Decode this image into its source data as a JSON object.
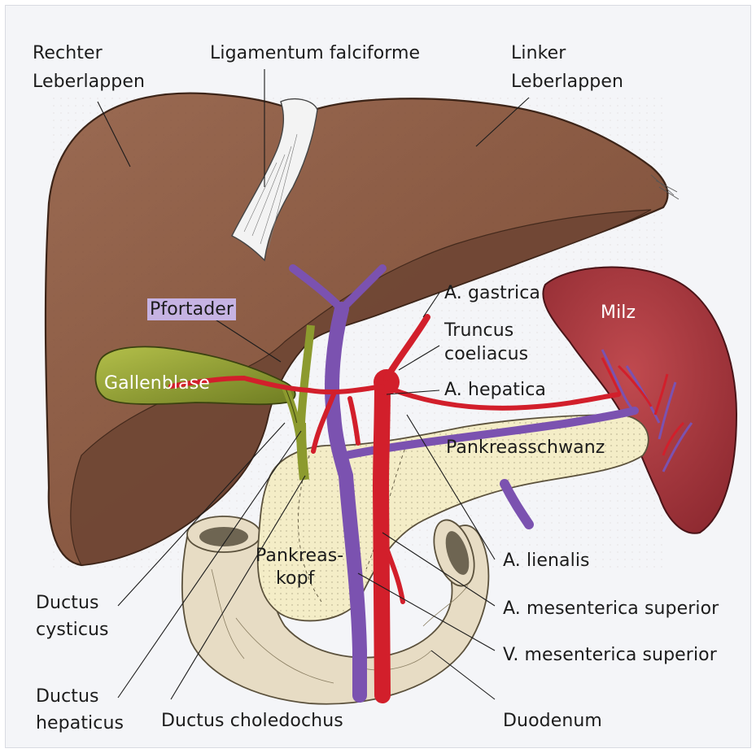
{
  "labels": {
    "rechter_leberlappen": [
      "Rechter",
      "Leberlappen"
    ],
    "ligamentum_falciforme": "Ligamentum falciforme",
    "linker_leberlappen": [
      "Linker",
      "Leberlappen"
    ],
    "pfortader": "Pfortader",
    "a_gastrica": "A. gastrica",
    "truncus_coeliacus": [
      "Truncus",
      "coeliacus"
    ],
    "a_hepatica": "A. hepatica",
    "milz": "Milz",
    "gallenblase": "Gallenblase",
    "pankreasschwanz": "Pankreasschwanz",
    "pankreaskopf": [
      "Pankreas-",
      "kopf"
    ],
    "a_lienalis": "A. lienalis",
    "a_mesenterica_superior": "A. mesenterica superior",
    "v_mesenterica_superior": "V. mesenterica superior",
    "ductus_cysticus": [
      "Ductus",
      "cysticus"
    ],
    "ductus_hepaticus": [
      "Ductus",
      "hepaticus"
    ],
    "ductus_choledochus": "Ductus choledochus",
    "duodenum": "Duodenum"
  },
  "colors": {
    "liver": "#8a5a43",
    "liver_underside": "#6f4634",
    "spleen": "#a8353b",
    "gallbladder": "#8c9a2e",
    "pancreas": "#f4edc7",
    "duodenum": "#e7dcc4",
    "artery": "#d21f2b",
    "vein": "#7b52b0",
    "ligament": "#f3f3f3",
    "pfortader_highlight": "#c6b3e3"
  }
}
